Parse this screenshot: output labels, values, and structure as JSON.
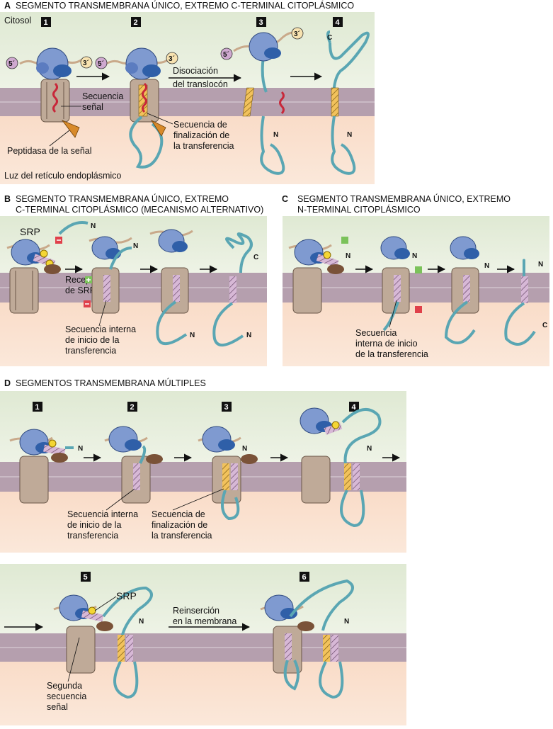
{
  "panel_a": {
    "letter": "A",
    "title": "SEGMENTO TRANSMEMBRANA ÚNICO, EXTREMO C-TERMINAL CITOPLÁSMICO",
    "steps": [
      "1",
      "2",
      "3",
      "4"
    ],
    "cytosol": "Citosol",
    "lumen": "Luz del retículo endoplásmico",
    "signal_seq": [
      "Secuencia",
      "señal"
    ],
    "peptidase": "Peptidasa de la señal",
    "stop_transfer": [
      "Secuencia de",
      "finalización de",
      "la transferencia"
    ],
    "dissociation": [
      "Disociación",
      "del translocón"
    ],
    "five_prime": "5´",
    "three_prime": "3´",
    "n_label": "N",
    "c_label": "C"
  },
  "panel_b": {
    "letter": "B",
    "title": [
      "SEGMENTO TRANSMEMBRANA ÚNICO, EXTREMO",
      "C-TERMINAL CITOPLÁSMICO (MECANISMO ALTERNATIVO)"
    ],
    "srp": "SRP",
    "srp_receptor": [
      "Receptor",
      "de SRP"
    ],
    "internal_start": [
      "Secuencia interna",
      "de inicio de la",
      "transferencia"
    ],
    "n_label": "N",
    "c_label": "C"
  },
  "panel_c": {
    "letter": "C",
    "title": [
      "SEGMENTO TRANSMEMBRANA ÚNICO, EXTREMO",
      "N-TERMINAL CITOPLÁSMICO"
    ],
    "internal_start": [
      "Secuencia",
      "interna de inicio",
      "de la transferencia"
    ],
    "n_label": "N",
    "c_label": "C"
  },
  "panel_d": {
    "letter": "D",
    "title": "SEGMENTOS TRANSMEMBRANA MÚLTIPLES",
    "steps": [
      "1",
      "2",
      "3",
      "4",
      "5",
      "6"
    ],
    "internal_start": [
      "Secuencia interna",
      "de inicio de la",
      "transferencia"
    ],
    "stop_transfer": [
      "Secuencia de",
      "finalización de",
      "la transferencia"
    ],
    "srp": "SRP",
    "reinsertion": [
      "Reinserción",
      "en la membrana"
    ],
    "second_signal": [
      "Segunda",
      "secuencia",
      "señal"
    ],
    "n_label": "N"
  },
  "colors": {
    "cytosol": "#dfe9d3",
    "lumen": "#f9dcc8",
    "membrane": "#b59fae",
    "ribosome": "#7f9ad0",
    "ribosome_dark": "#2f5fa8",
    "protein": "#5aa6b3",
    "mrna": "#c9a98a",
    "translocon": "#bfaa98",
    "stop_seq": "#f2c25c",
    "start_seq": "#d7b8d6",
    "signal_seq": "#c8283a",
    "srp": "#d4b8d9",
    "receptor": "#7a5238",
    "yellow_dot": "#f4d634",
    "positive": "#7bc25a",
    "negative": "#e0404a"
  }
}
